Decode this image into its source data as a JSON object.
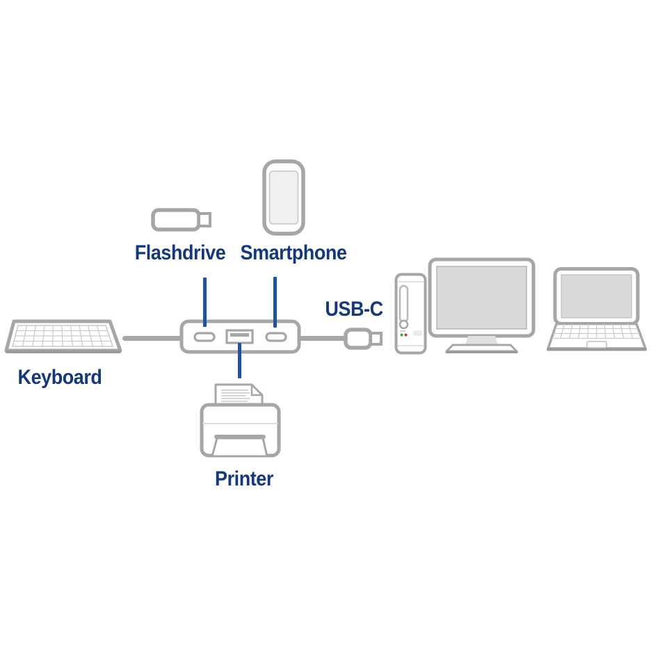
{
  "title": "USB-C hub connectivity diagram",
  "colors": {
    "label": "#14387E",
    "line": "#1E549F",
    "outline": "#A6A6A6",
    "outline_dark": "#9A9A9A",
    "screen": "#D9D9D9",
    "key_line": "#C9C9C9",
    "led_green": "#3F9B4B",
    "led_red": "#C9372E",
    "bg": "#FFFFFF"
  },
  "labels": {
    "flashdrive": "Flashdrive",
    "smartphone": "Smartphone",
    "usb_c": "USB-C",
    "keyboard": "Keyboard",
    "printer": "Printer"
  },
  "hub": {
    "ports": [
      "usb-c-port",
      "usb-a-port",
      "usb-c-port"
    ]
  },
  "connections": [
    {
      "from": "keyboard",
      "to": "hub",
      "via": "cable"
    },
    {
      "from": "flashdrive",
      "to": "hub-left-usb-c-port",
      "via": "line"
    },
    {
      "from": "smartphone",
      "to": "hub-right-usb-c-port",
      "via": "line"
    },
    {
      "from": "printer",
      "to": "hub-usb-a-port",
      "via": "line"
    },
    {
      "from": "hub",
      "to": "computers",
      "via": "usb-c-cable"
    }
  ]
}
